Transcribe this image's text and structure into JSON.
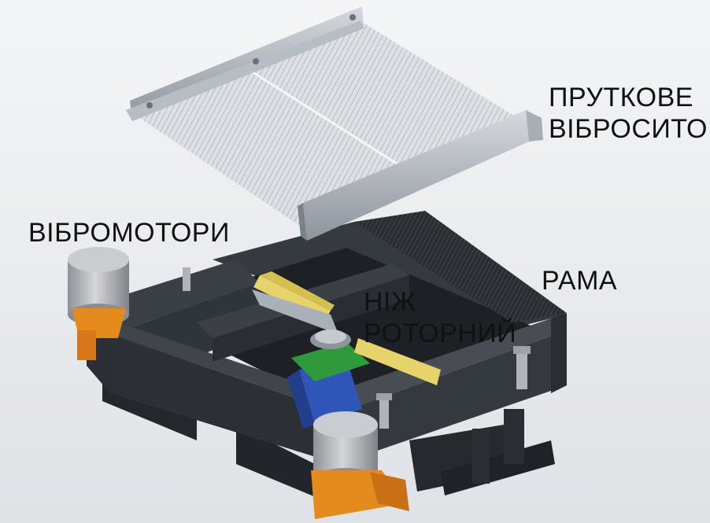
{
  "labels": {
    "screen": [
      "ПРУТКОВЕ",
      "ВІБРОСИТО"
    ],
    "motors": "ВІБРОМОТОРИ",
    "frame": "РАМА",
    "knife": [
      "НІЖ",
      "РОТОРНИЙ"
    ]
  },
  "colors": {
    "background": "#e9ebee",
    "frame_steel": "#2b3036",
    "screen_mesh": "#d9dde2",
    "motor_housing": "#b9bcc0",
    "motor_flange": "#e58a1c",
    "rotor_motor": "#2f55b8",
    "rotor_mount": "#2f9a3c",
    "knife_blade": "#e6d36a",
    "text": "#111111"
  }
}
